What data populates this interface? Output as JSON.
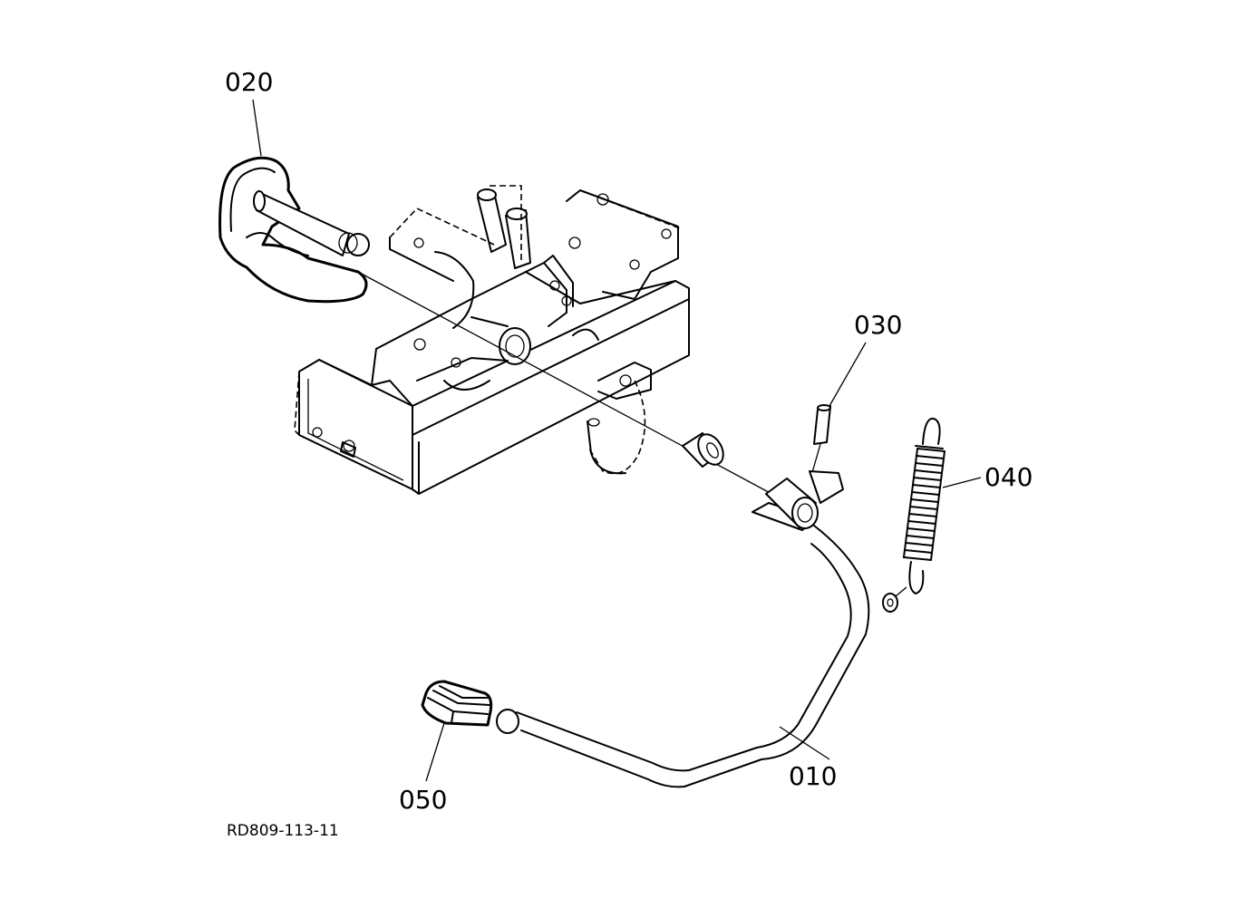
{
  "labels": {
    "part_020": "020",
    "part_030": "030",
    "part_040": "040",
    "part_010": "010",
    "part_050": "050"
  },
  "reference": "RD809-113-11"
}
